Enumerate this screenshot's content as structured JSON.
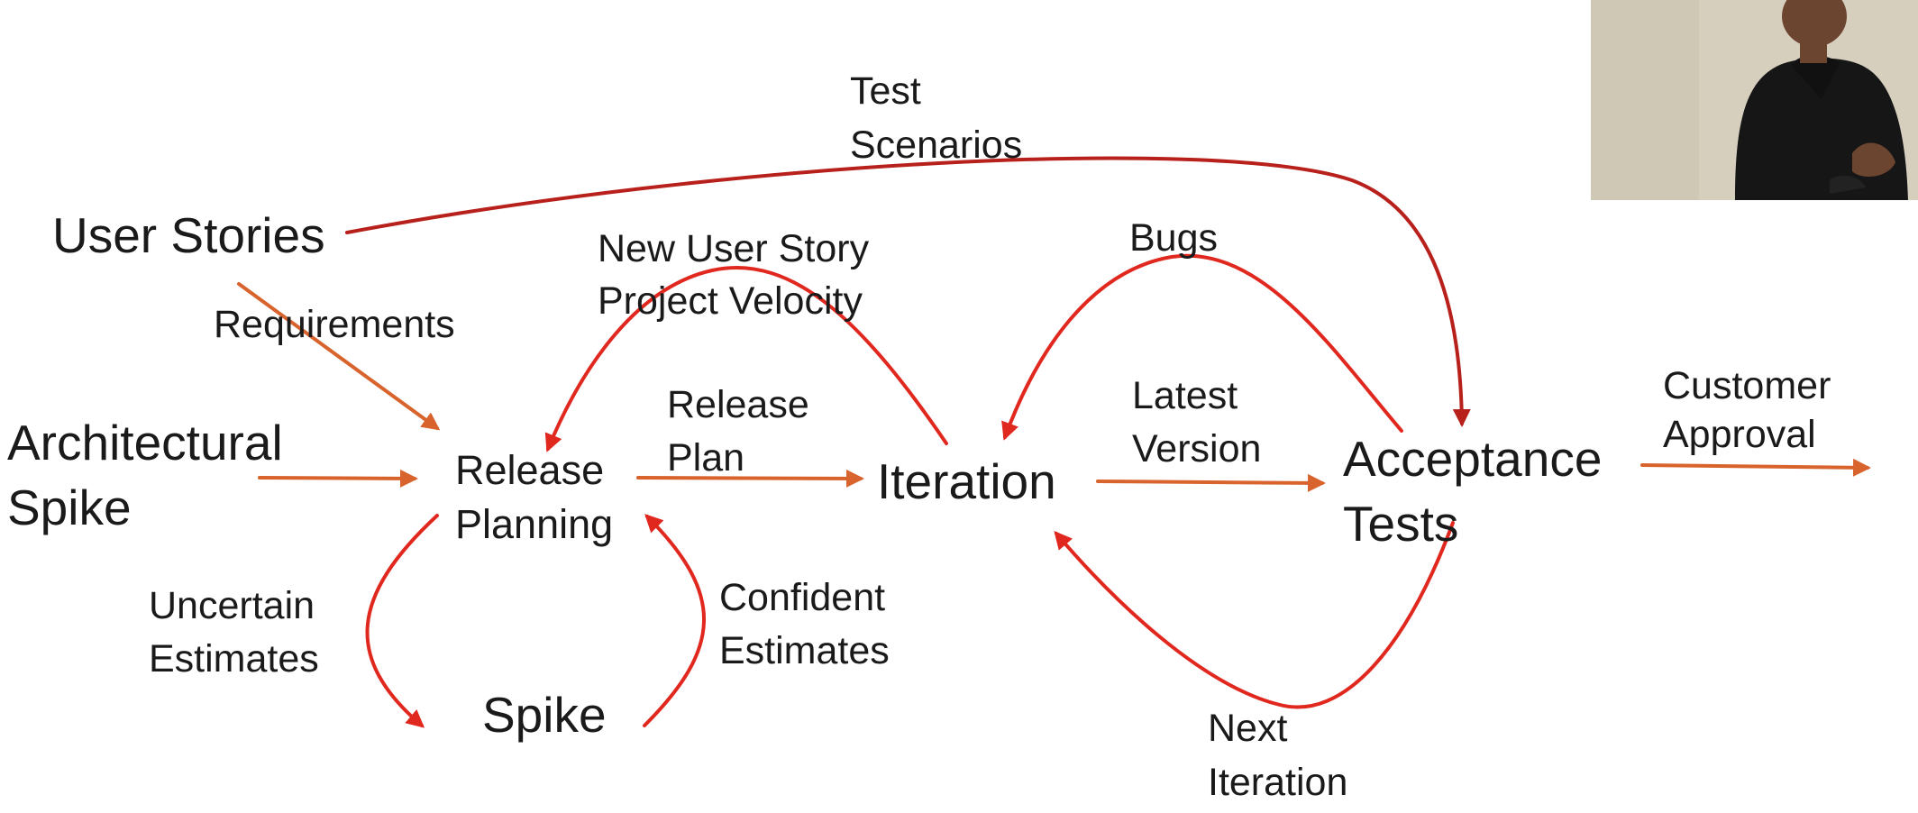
{
  "nodes": {
    "user_stories": "User Stories",
    "architectural_spike": [
      "Architectural",
      "Spike"
    ],
    "release_planning": [
      "Release",
      "Planning"
    ],
    "spike": "Spike",
    "iteration": "Iteration",
    "acceptance_tests": [
      "Acceptance",
      "Tests"
    ]
  },
  "edge_labels": {
    "test_scenarios": [
      "Test",
      "Scenarios"
    ],
    "requirements": "Requirements",
    "new_user_story": [
      "New User Story",
      "Project Velocity"
    ],
    "release_plan": [
      "Release",
      "Plan"
    ],
    "bugs": "Bugs",
    "latest_version": [
      "Latest",
      "Version"
    ],
    "customer_approval": [
      "Customer",
      "Approval"
    ],
    "uncertain_estimates": [
      "Uncertain",
      "Estimates"
    ],
    "confident_estimates": [
      "Confident",
      "Estimates"
    ],
    "next_iteration": [
      "Next",
      "Iteration"
    ]
  },
  "colors": {
    "orange_arrow": "#d8632c",
    "red_arrow": "#e0281f",
    "dark_red_arrow": "#b8201c",
    "text": "#1a1a1a"
  }
}
